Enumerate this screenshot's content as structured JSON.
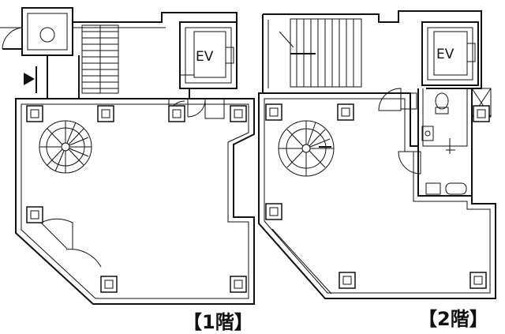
{
  "floor_1": {
    "label": "【1階】",
    "ev": "EV"
  },
  "floor_2": {
    "label": "【2階】",
    "ev": "EV"
  }
}
